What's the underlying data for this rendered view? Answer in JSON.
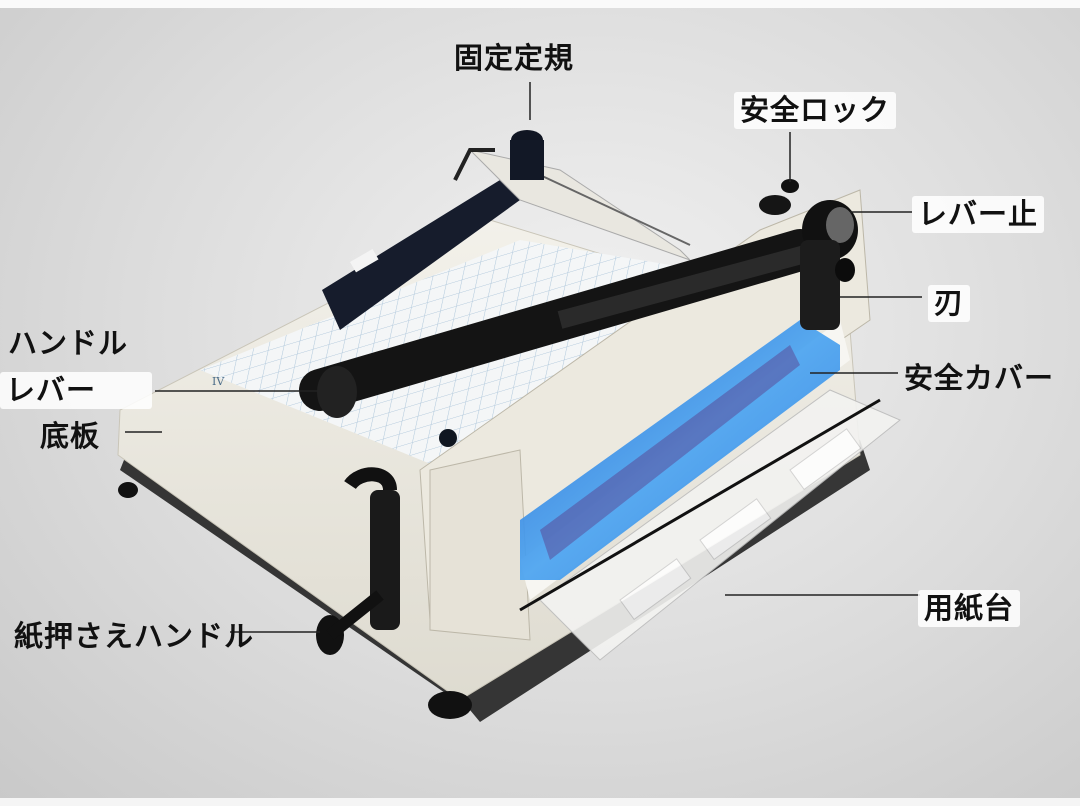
{
  "diagram": {
    "subject": "paper-cutter",
    "colors": {
      "background": "#d9d9d9",
      "body": "#ece9df",
      "handle": "#1a1a1a",
      "safety_cover": "#2f7fe0",
      "label_text": "#111111"
    },
    "labels": {
      "fixed_ruler": "固定定規",
      "safety_lock": "安全ロック",
      "lever_stop": "レバー止",
      "blade": "刃",
      "safety_cover": "安全カバー",
      "paper_table": "用紙台",
      "handle_lever_line1": "ハンドル",
      "handle_lever_line2": "レバー",
      "base_plate": "底板",
      "paper_clamp_handle": "紙押さえハンドル"
    },
    "ruler_marking": "IV"
  }
}
